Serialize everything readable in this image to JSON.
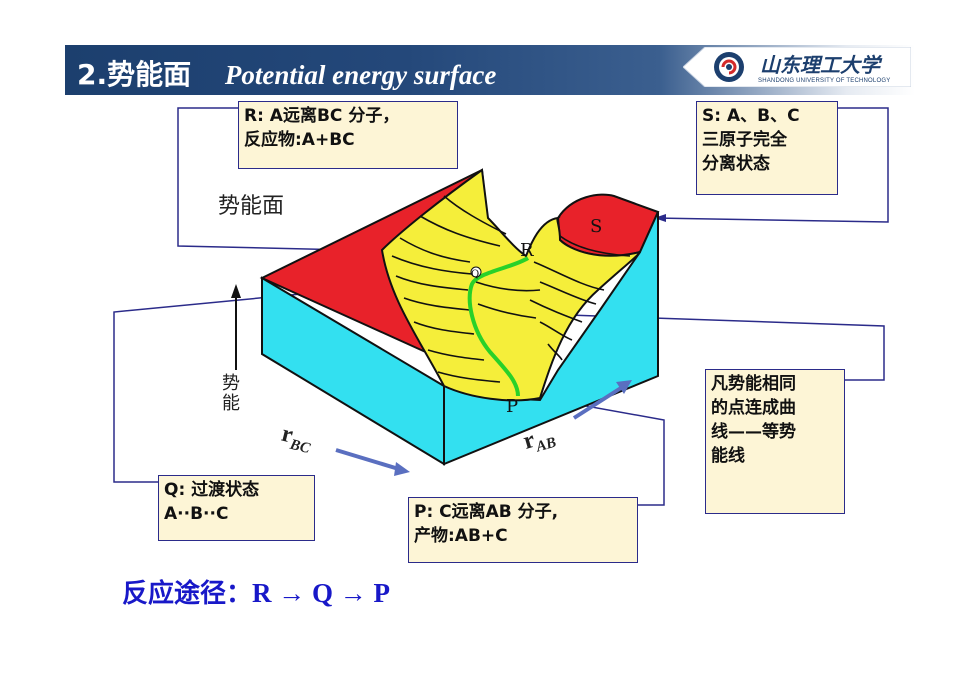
{
  "header": {
    "title_zh": "2.势能面",
    "title_en": "Potential energy surface"
  },
  "logo": {
    "name": "山东理工大学",
    "subtitle": "SHANDONG UNIVERSITY OF TECHNOLOGY"
  },
  "figure": {
    "surface_label": "势能面",
    "energy_axis_label": "势能",
    "rbc_label": "r",
    "rbc_sub": "BC",
    "rab_label": "r",
    "rab_sub": "AB",
    "point_r": "R",
    "point_q": "Q",
    "point_p": "P",
    "point_s": "S"
  },
  "callouts": {
    "r": {
      "line1": "R: A远离BC 分子，",
      "line2": "反应物:A+BC"
    },
    "s": {
      "line1": "S: A、B、C",
      "line2": "三原子完全",
      "line3": "分离状态"
    },
    "q": {
      "line1": "Q: 过渡状态",
      "line2": "A··B··C"
    },
    "p": {
      "line1": "P:  C远离AB 分子,",
      "line2": "产物:AB+C"
    },
    "e": {
      "line1": "凡势能相同",
      "line2": "的点连成曲",
      "line3": "线——等势",
      "line4": "能线"
    }
  },
  "pathway": {
    "label": "反应途径：",
    "formula": "R → Q → P"
  },
  "colors": {
    "header_bg": "#1c3f6e",
    "cyan_face": "#33e0f0",
    "red_face": "#e8222a",
    "yellow_surface": "#f5ee3a",
    "path_green": "#29d129",
    "callout_border": "#2b2b8a",
    "callout_bg": "#fdf5d6",
    "pathway_text": "#1818c8"
  }
}
